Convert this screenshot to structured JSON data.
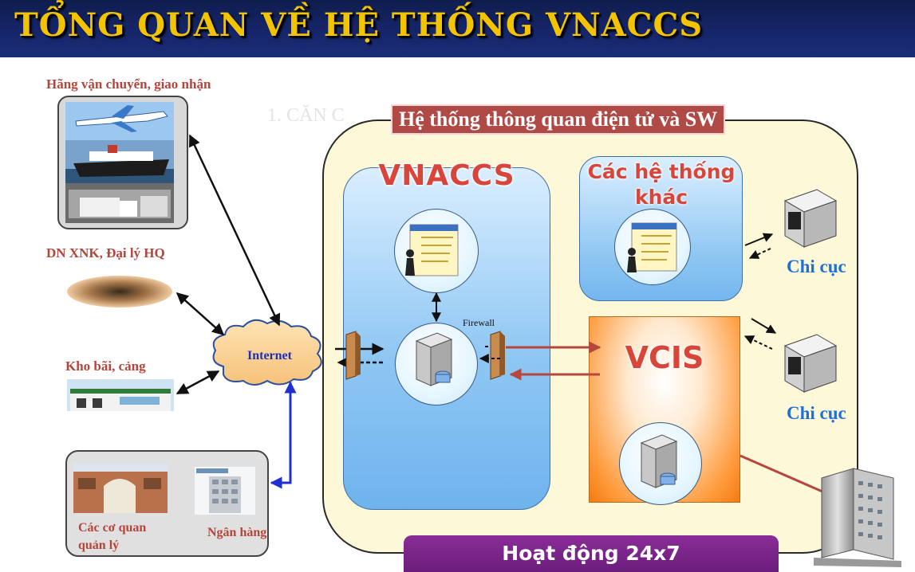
{
  "title": "TỔNG QUAN VỀ HỆ THỐNG VNACCS",
  "system_label": "Hệ thống thông quan điện tử và SW",
  "ghost_text": "1. CĂN C",
  "vnaccs_label": "VNACCS",
  "other_systems_label": [
    "Các hệ thống",
    "khác"
  ],
  "vcis_label": "VCIS",
  "firewall_label": "Firewall",
  "internet_label": "Internet",
  "operation_label": "Hoạt động 24x7",
  "left_entities": {
    "transport": "Hãng vận chuyển, giao nhận",
    "enterprise": "DN XNK, Đại lý HQ",
    "warehouse": "Kho bãi, cảng",
    "agencies": [
      "Các cơ quan",
      "quản lý"
    ],
    "bank": "Ngân hàng"
  },
  "branch_label_1": "Chi cục",
  "branch_label_2": "Chi cục",
  "colors": {
    "title_bg": "#16256a",
    "title_text": "#f2c400",
    "label_red": "#b5443a",
    "label_blue": "#1f6fd8",
    "system_label_bg": "#b04a47",
    "operation_bar": "#7a2689",
    "vcis_orange": "#f37b13"
  }
}
